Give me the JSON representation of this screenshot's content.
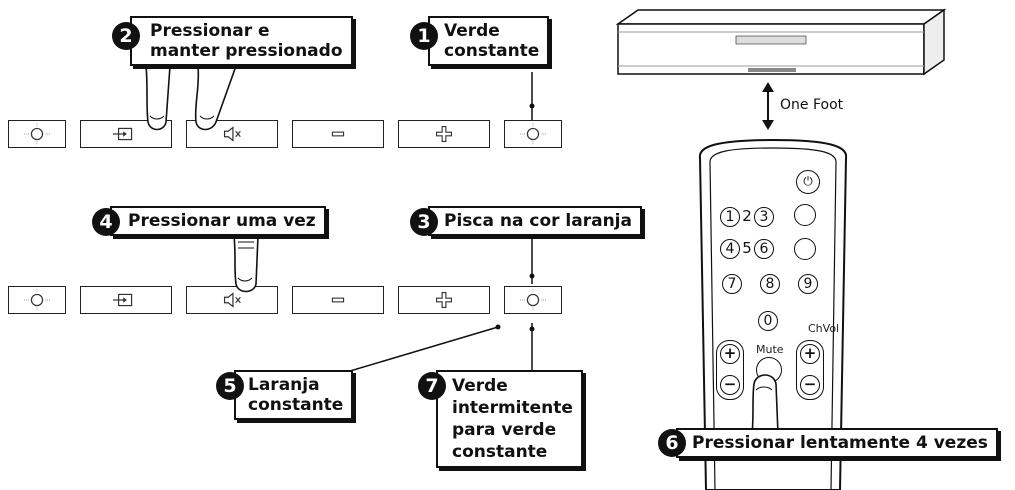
{
  "steps": [
    {
      "num": "1",
      "text_l1": "Verde",
      "text_l2": "constante"
    },
    {
      "num": "2",
      "text_l1": "Pressionar e",
      "text_l2": "manter pressionado"
    },
    {
      "num": "3",
      "text_l1": "Pisca na cor laranja"
    },
    {
      "num": "4",
      "text_l1": "Pressionar uma vez"
    },
    {
      "num": "5",
      "text_l1": "Laranja",
      "text_l2": "constante"
    },
    {
      "num": "6",
      "text_l1": "Pressionar lentamente 4 vezes"
    },
    {
      "num": "7",
      "text_l1": "Verde",
      "text_l2": "intermitente",
      "text_l3": "para verde",
      "text_l4": "constante"
    }
  ],
  "distance_label": "One Foot",
  "remote": {
    "mute_label": "Mute",
    "chvol_label": "ChVol",
    "keys": [
      "1",
      "2",
      "3",
      "4",
      "5",
      "6",
      "7",
      "8",
      "9",
      "0"
    ],
    "power_icon": "power-icon"
  },
  "panel_icons": [
    "led-indicator-icon",
    "input-icon",
    "mute-icon",
    "minus-icon",
    "plus-icon",
    "led-indicator-icon"
  ]
}
